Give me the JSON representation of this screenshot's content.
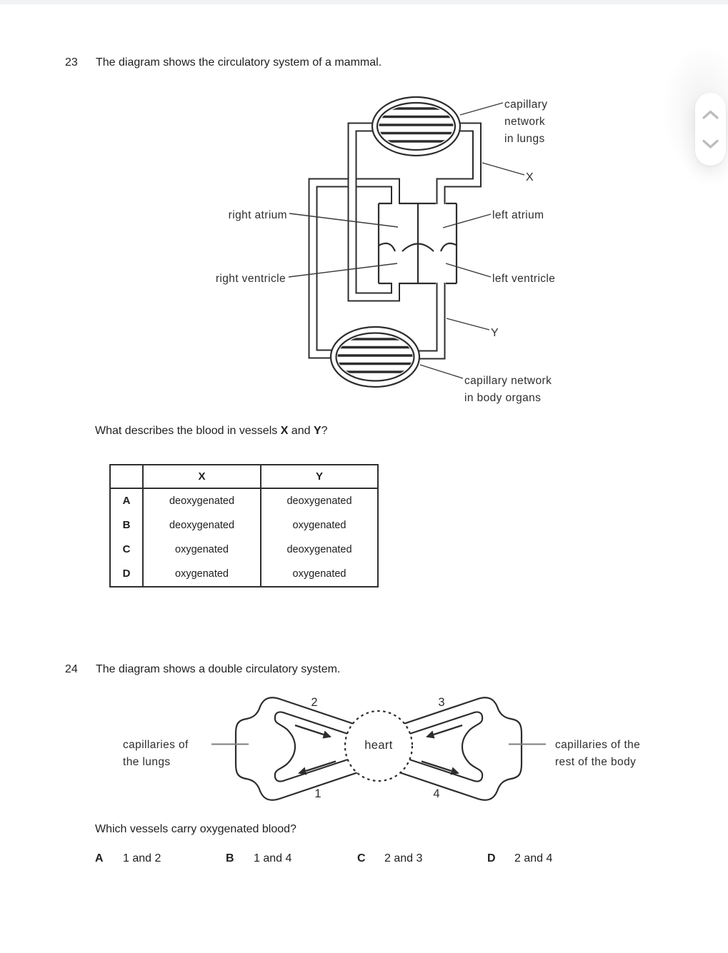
{
  "scroll_widget": {
    "up_icon": "chevron-up",
    "down_icon": "chevron-down"
  },
  "colors": {
    "ink": "#2d2d2d",
    "connector": "#3a3a3a",
    "label_connector_gray": "#7d7d7d",
    "topbar": "#f1f2f3",
    "chevron": "#bcbcbf"
  },
  "q23": {
    "number": "23",
    "title": "The diagram shows the circulatory system of a mammal.",
    "diagram_labels": {
      "lungs": "capillary\nnetwork\nin lungs",
      "x": "X",
      "right_atrium": "right atrium",
      "left_atrium": "left atrium",
      "right_ventricle": "right ventricle",
      "left_ventricle": "left ventricle",
      "y": "Y",
      "body": "capillary network\nin body organs"
    },
    "question": {
      "prefix": "What describes the blood in vessels ",
      "x": "X",
      "mid": " and ",
      "y": "Y",
      "suffix": "?"
    },
    "table": {
      "headers": [
        "X",
        "Y"
      ],
      "rows": [
        {
          "letter": "A",
          "x": "deoxygenated",
          "y": "deoxygenated"
        },
        {
          "letter": "B",
          "x": "deoxygenated",
          "y": "oxygenated"
        },
        {
          "letter": "C",
          "x": "oxygenated",
          "y": "deoxygenated"
        },
        {
          "letter": "D",
          "x": "oxygenated",
          "y": "oxygenated"
        }
      ]
    }
  },
  "q24": {
    "number": "24",
    "title": "The diagram shows a double circulatory system.",
    "diagram_labels": {
      "left": "capillaries of\nthe lungs",
      "right": "capillaries of the\nrest of the body",
      "heart": "heart",
      "v1": "1",
      "v2": "2",
      "v3": "3",
      "v4": "4"
    },
    "question": "Which vessels carry oxygenated blood?",
    "options": [
      {
        "letter": "A",
        "text": "1 and 2"
      },
      {
        "letter": "B",
        "text": "1 and 4"
      },
      {
        "letter": "C",
        "text": "2 and 3"
      },
      {
        "letter": "D",
        "text": "2 and 4"
      }
    ]
  }
}
